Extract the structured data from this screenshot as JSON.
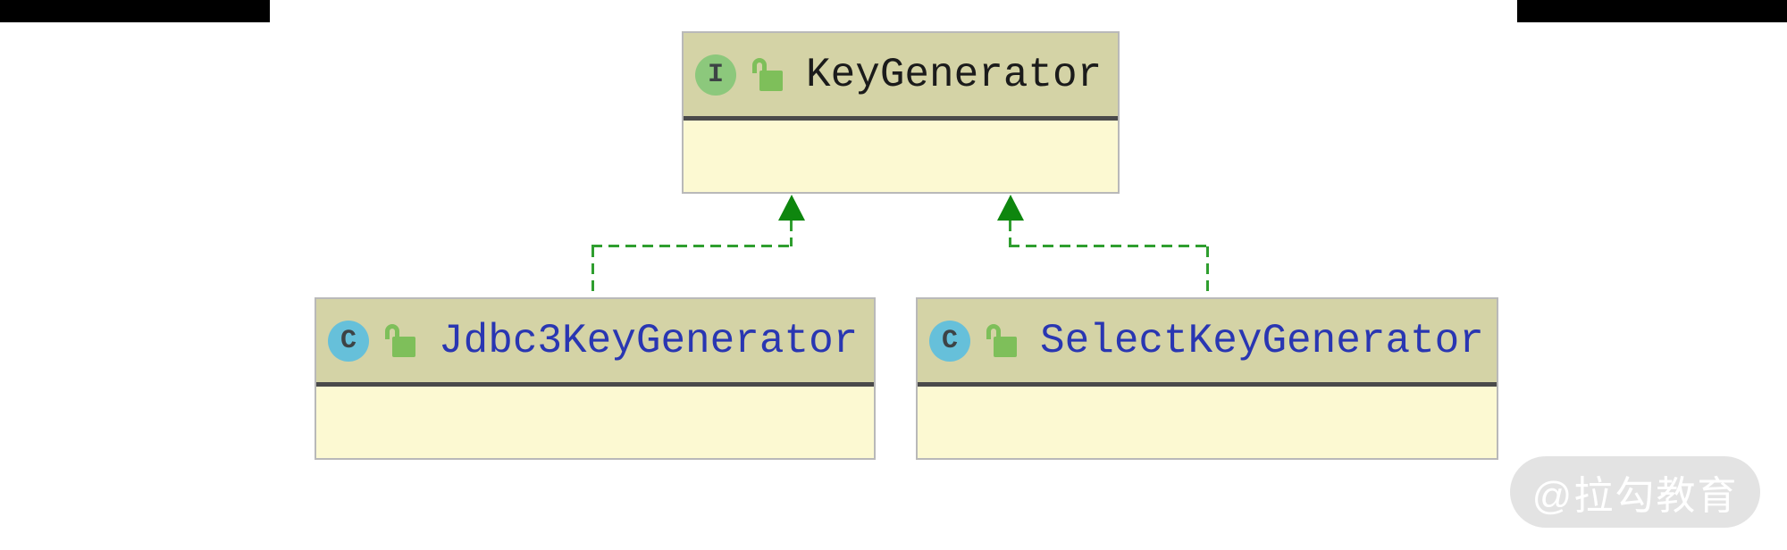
{
  "colors": {
    "topbar_black": "#000000",
    "node_header_bg": "#d4d3a6",
    "node_body_bg": "#fcf9d2",
    "node_border": "#b9b9b9",
    "separator": "#4a4a4a",
    "line_green": "#2f9e2f",
    "arrow_green": "#0e860e",
    "interface_icon_bg": "#8cc87c",
    "class_icon_bg": "#66c0da",
    "icon_letter": "#3d4345",
    "lock_green": "#7ebf5a",
    "interface_title": "#1b1b1b",
    "class_title": "#2936b2",
    "watermark_bg": "#e3e3e3",
    "watermark_text": "#ffffff"
  },
  "diagram": {
    "nodes": [
      {
        "name": "KeyGenerator",
        "kind": "interface",
        "icon_letter": "I",
        "visibility_icon": "unlock-icon"
      },
      {
        "name": "Jdbc3KeyGenerator",
        "kind": "class",
        "icon_letter": "C",
        "visibility_icon": "unlock-icon"
      },
      {
        "name": "SelectKeyGenerator",
        "kind": "class",
        "icon_letter": "C",
        "visibility_icon": "unlock-icon"
      }
    ],
    "relationships": [
      {
        "from": "Jdbc3KeyGenerator",
        "to": "KeyGenerator",
        "type": "implements",
        "style": "dashed-green-arrow"
      },
      {
        "from": "SelectKeyGenerator",
        "to": "KeyGenerator",
        "type": "implements",
        "style": "dashed-green-arrow"
      }
    ]
  },
  "watermark": {
    "text": "@拉勾教育"
  }
}
